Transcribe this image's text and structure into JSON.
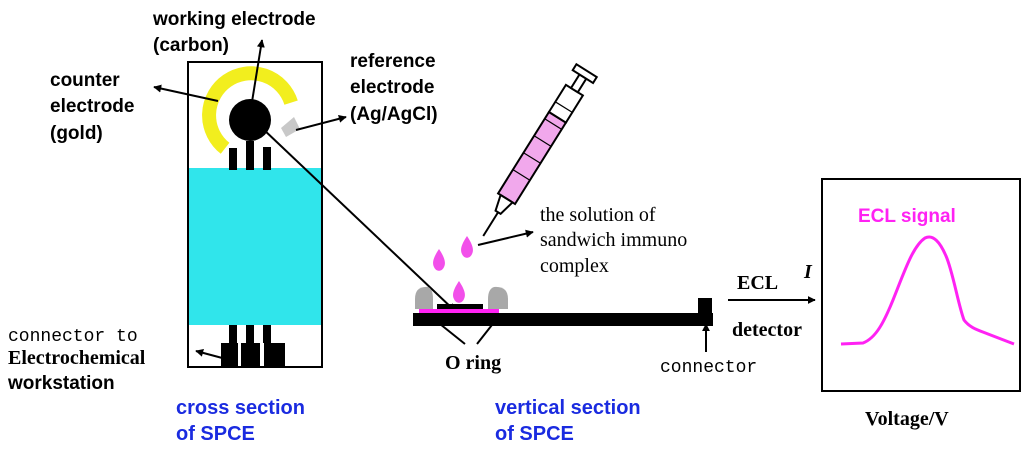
{
  "colors": {
    "substrate_fill": "#30E5EB",
    "counter_gold": "#F2EE1E",
    "reference_gray": "#C8C8C8",
    "signal_magenta": "#FF22F3",
    "caption_blue": "#1A2BE0",
    "ink": "#000000",
    "syringe_fluid": "#F1A8EC",
    "droplet": "#F24FEA",
    "oring_gray": "#A8A8A8"
  },
  "labels": {
    "working_electrode": [
      "working electrode",
      "(carbon)"
    ],
    "counter_electrode": [
      "counter",
      "electrode",
      "(gold)"
    ],
    "reference_electrode": [
      "reference",
      "electrode",
      "(Ag/AgCl)"
    ],
    "connector_to": "connector to",
    "electrochemical": "Electrochemical",
    "workstation": "workstation",
    "cross_section": [
      "cross section",
      "of SPCE"
    ],
    "vertical_section": [
      "vertical section",
      "of SPCE"
    ],
    "solution": [
      "the solution of",
      "sandwich immuno",
      "complex"
    ],
    "o_ring": "O ring",
    "connector": "connector",
    "ecl": "ECL",
    "detector": "detector",
    "current_axis": "I",
    "voltage_axis": "Voltage/V",
    "ecl_signal": "ECL signal"
  }
}
